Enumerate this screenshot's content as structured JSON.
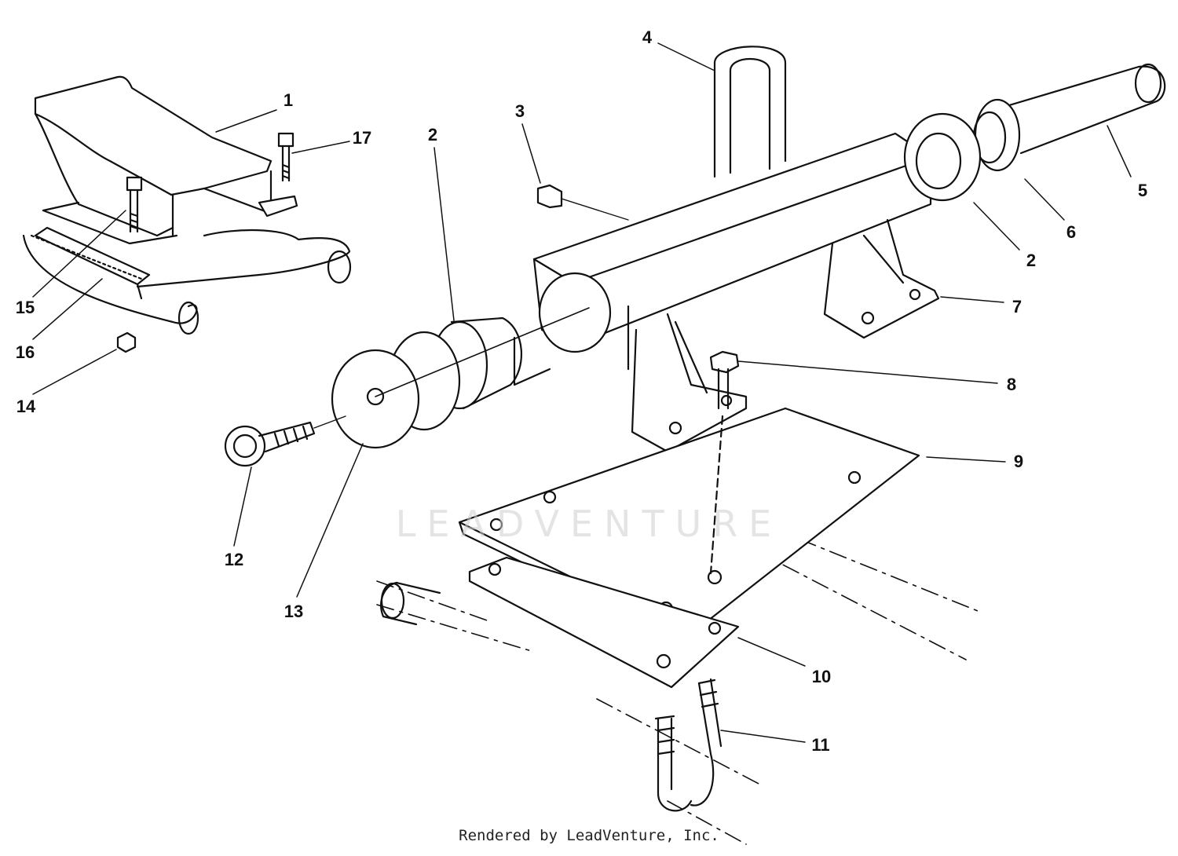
{
  "diagram": {
    "callouts": [
      {
        "id": "c1",
        "label": "1"
      },
      {
        "id": "c17",
        "label": "17"
      },
      {
        "id": "c2a",
        "label": "2"
      },
      {
        "id": "c3",
        "label": "3"
      },
      {
        "id": "c4",
        "label": "4"
      },
      {
        "id": "c5",
        "label": "5"
      },
      {
        "id": "c6",
        "label": "6"
      },
      {
        "id": "c2b",
        "label": "2"
      },
      {
        "id": "c7",
        "label": "7"
      },
      {
        "id": "c8",
        "label": "8"
      },
      {
        "id": "c9",
        "label": "9"
      },
      {
        "id": "c10",
        "label": "10"
      },
      {
        "id": "c11",
        "label": "11"
      },
      {
        "id": "c12",
        "label": "12"
      },
      {
        "id": "c13",
        "label": "13"
      },
      {
        "id": "c14",
        "label": "14"
      },
      {
        "id": "c15",
        "label": "15"
      },
      {
        "id": "c16",
        "label": "16"
      }
    ]
  },
  "watermark": "LEADVENTURE",
  "credit": "Rendered by LeadVenture, Inc."
}
